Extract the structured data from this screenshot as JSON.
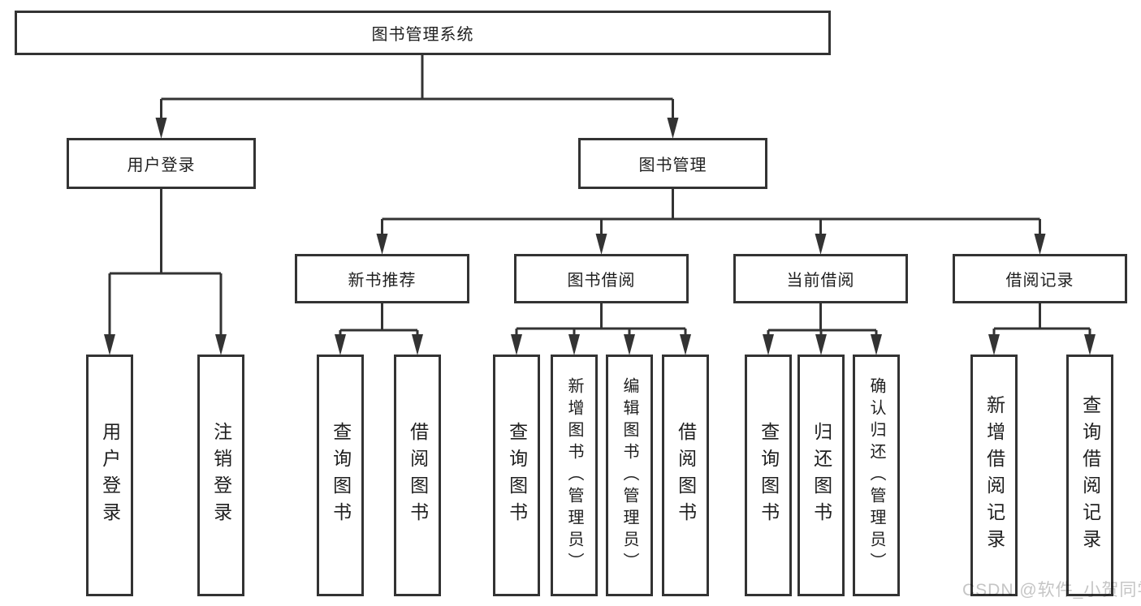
{
  "colors": {
    "background": "#ffffff",
    "line": "#333333",
    "box_border": "#333333",
    "text": "#1f1f1f",
    "watermark": "#c5c5c5"
  },
  "tree": {
    "label": "图书管理系统",
    "children": [
      {
        "label": "用户登录",
        "children": [
          {
            "label": "用户登录"
          },
          {
            "label": "注销登录"
          }
        ]
      },
      {
        "label": "图书管理",
        "children": [
          {
            "label": "新书推荐",
            "children": [
              {
                "label": "查询图书"
              },
              {
                "label": "借阅图书"
              }
            ]
          },
          {
            "label": "图书借阅",
            "children": [
              {
                "label": "查询图书"
              },
              {
                "label": "新增图书（管理员）"
              },
              {
                "label": "编辑图书（管理员）"
              },
              {
                "label": "借阅图书"
              }
            ]
          },
          {
            "label": "当前借阅",
            "children": [
              {
                "label": "查询图书"
              },
              {
                "label": "归还图书"
              },
              {
                "label": "确认归还（管理员）"
              }
            ]
          },
          {
            "label": "借阅记录",
            "children": [
              {
                "label": "新增借阅记录"
              },
              {
                "label": "查询借阅记录"
              }
            ]
          }
        ]
      }
    ]
  },
  "watermark": {
    "text": "CSDN @软件_小贺同学"
  }
}
